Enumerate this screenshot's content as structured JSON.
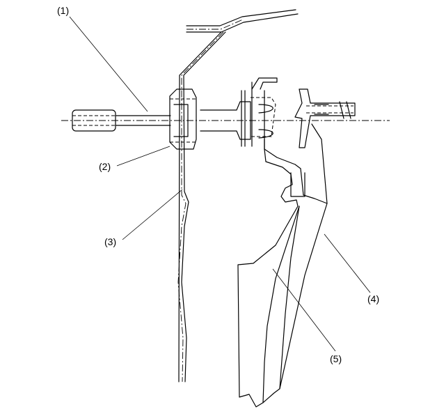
{
  "callouts": [
    {
      "id": "1",
      "text": "(1)"
    },
    {
      "id": "2",
      "text": "(2)"
    },
    {
      "id": "3",
      "text": "(3)"
    },
    {
      "id": "4",
      "text": "(4)"
    },
    {
      "id": "5",
      "text": "(5)"
    }
  ]
}
